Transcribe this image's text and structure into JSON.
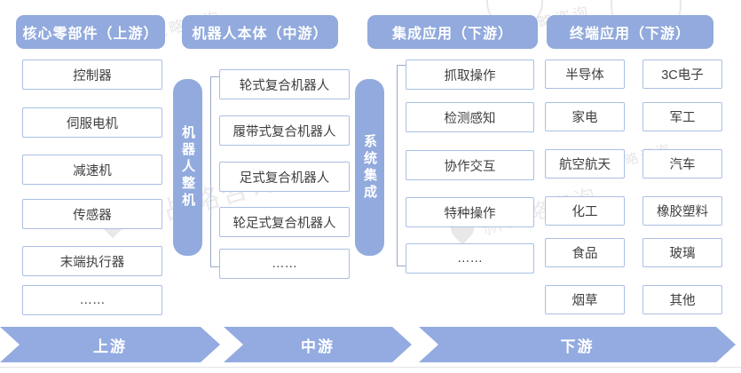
{
  "colors": {
    "primary_blue": "#92aadd",
    "banner_blue": "#93abe0",
    "box_border": "#a9bfe4",
    "box_text": "#3f3f3f",
    "header_text": "#ffffff",
    "bracket_line": "#9aabcc"
  },
  "watermark": {
    "text": "新战略咨询"
  },
  "columns": [
    {
      "header": "核心零部件（上游）",
      "items": [
        "控制器",
        "伺服电机",
        "减速机",
        "传感器",
        "末端执行器",
        "……"
      ]
    },
    {
      "header": "机器人本体（中游）",
      "side_label": "机器人整机",
      "items": [
        "轮式复合机器人",
        "履带式复合机器人",
        "足式复合机器人",
        "轮足式复合机器人",
        "……"
      ]
    },
    {
      "header": "集成应用（下游）",
      "side_label": "系统集成",
      "items": [
        "抓取操作",
        "检测感知",
        "协作交互",
        "特种操作",
        "……"
      ]
    },
    {
      "header": "终端应用（下游）",
      "items_left": [
        "半导体",
        "家电",
        "航空航天",
        "化工",
        "食品",
        "烟草"
      ],
      "items_right": [
        "3C电子",
        "军工",
        "汽车",
        "橡胶塑料",
        "玻璃",
        "其他"
      ]
    }
  ],
  "footer": {
    "stages": [
      "上游",
      "中游",
      "下游"
    ]
  }
}
